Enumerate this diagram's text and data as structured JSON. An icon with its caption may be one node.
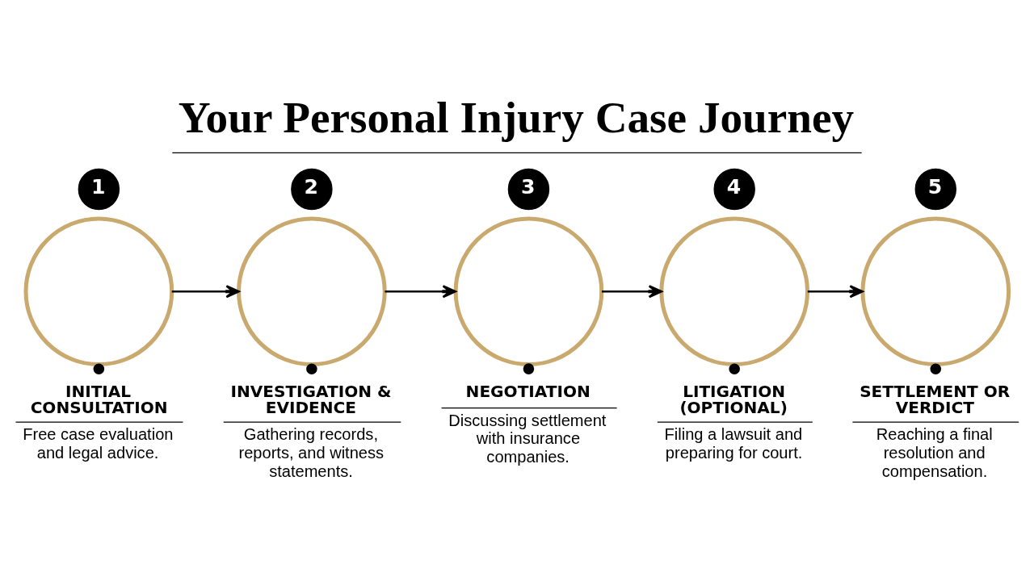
{
  "diagram": {
    "title": "Your Personal Injury Case Journey",
    "nodes": [
      {
        "text": [
          "1"
        ]
      },
      {
        "text": [],
        "shape": "circle"
      },
      {
        "text": [
          "INITIAL CONSULTATION",
          "Free case evaluation and legal advice."
        ]
      },
      {
        "text": [
          "2"
        ]
      },
      {
        "text": [],
        "shape": "circle"
      },
      {
        "text": [
          "INVESTIGATION & EVIDENCE",
          "Gathering records, reports, and witness statements."
        ]
      },
      {
        "text": [
          "3"
        ]
      },
      {
        "text": [],
        "shape": "circle"
      },
      {
        "text": [
          "NEGOTIATION",
          "Discussing settlement with insurance companies."
        ]
      },
      {
        "text": [
          "4"
        ]
      },
      {
        "text": [],
        "shape": "circle"
      },
      {
        "text": [
          "LITIGATION (OPTIONAL)",
          "Filing a lawsuit and preparing for court."
        ]
      },
      {
        "text": [
          "5"
        ]
      },
      {
        "text": [],
        "shape": "circle"
      },
      {
        "text": [
          "SETTLEMENT OR VERDICT",
          "Reaching a final resolution and compensation."
        ]
      }
    ],
    "edges": [
      {
        "from": 1,
        "to": 2,
        "arrow": "other"
      },
      {
        "from": 1,
        "to": 4,
        "arrow": "to"
      },
      {
        "from": 4,
        "to": 5,
        "arrow": "other"
      },
      {
        "from": 4,
        "to": 7,
        "arrow": "to"
      },
      {
        "from": 7,
        "to": 8,
        "arrow": "other"
      },
      {
        "from": 7,
        "to": 10,
        "arrow": "to"
      },
      {
        "from": 10,
        "to": 11,
        "arrow": "other"
      },
      {
        "from": 10,
        "to": 13,
        "arrow": "to"
      },
      {
        "from": 13,
        "to": 14,
        "arrow": "other"
      }
    ]
  }
}
